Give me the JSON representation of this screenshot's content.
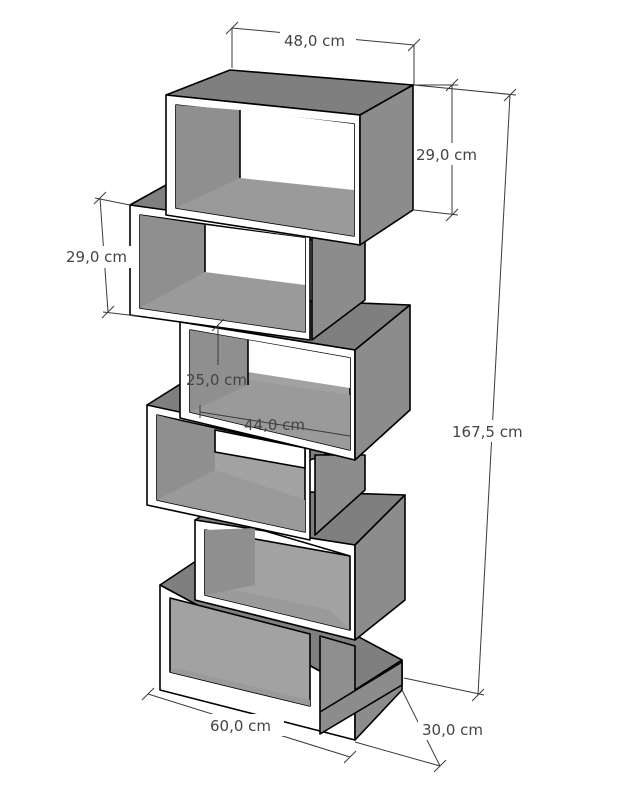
{
  "dimensions": {
    "top_width": "48,0 cm",
    "top_box_height": "29,0 cm",
    "second_box_height": "29,0 cm",
    "total_height": "167,5 cm",
    "inner_height": "25,0 cm",
    "inner_width": "44,0 cm",
    "base_width": "60,0 cm",
    "depth": "30,0 cm"
  },
  "colors": {
    "face_dark": "#7f7f7f",
    "face_mid": "#8c8c8c",
    "face_light": "#a2a2a2",
    "outline": "#000000",
    "background": "#ffffff"
  }
}
